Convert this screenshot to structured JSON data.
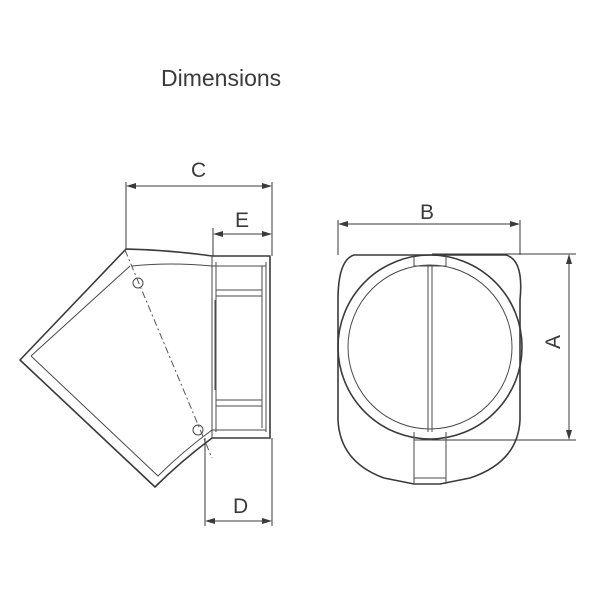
{
  "title": "Dimensions",
  "labels": {
    "a": "A",
    "b": "B",
    "c": "C",
    "d": "D",
    "e": "E"
  },
  "colors": {
    "line": "#3a3a3a",
    "background": "#ffffff"
  }
}
